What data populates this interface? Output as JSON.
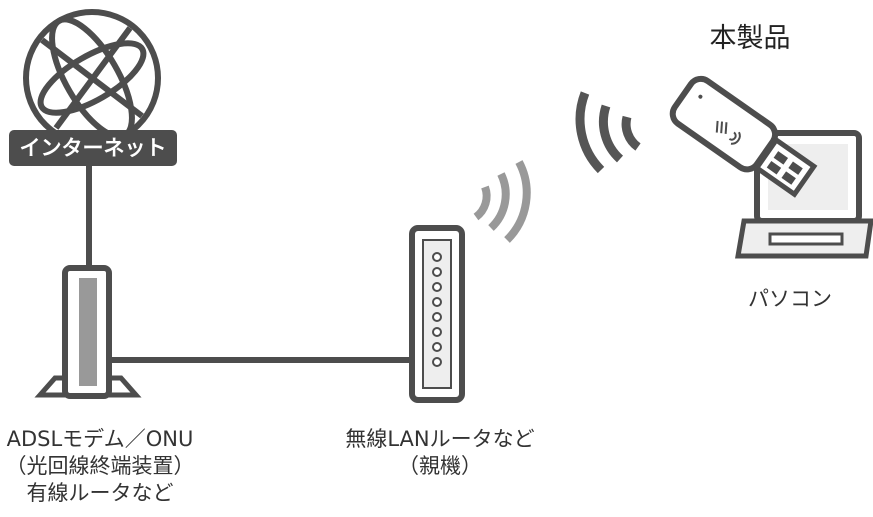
{
  "labels": {
    "product": "本製品",
    "internet": "インターネット",
    "pc": "パソコン",
    "modem_lines": [
      "ADSLモデム／ONU",
      "（光回線終端装置）",
      "有線ルータなど"
    ],
    "router_lines": [
      "無線LANルータなど",
      "（親機）"
    ]
  },
  "colors": {
    "device_fill": "#eeeeee",
    "device_stroke": "#4d4d4d",
    "wave_dark": "#555555",
    "wave_light": "#999999",
    "badge": "#4d4d4d"
  }
}
